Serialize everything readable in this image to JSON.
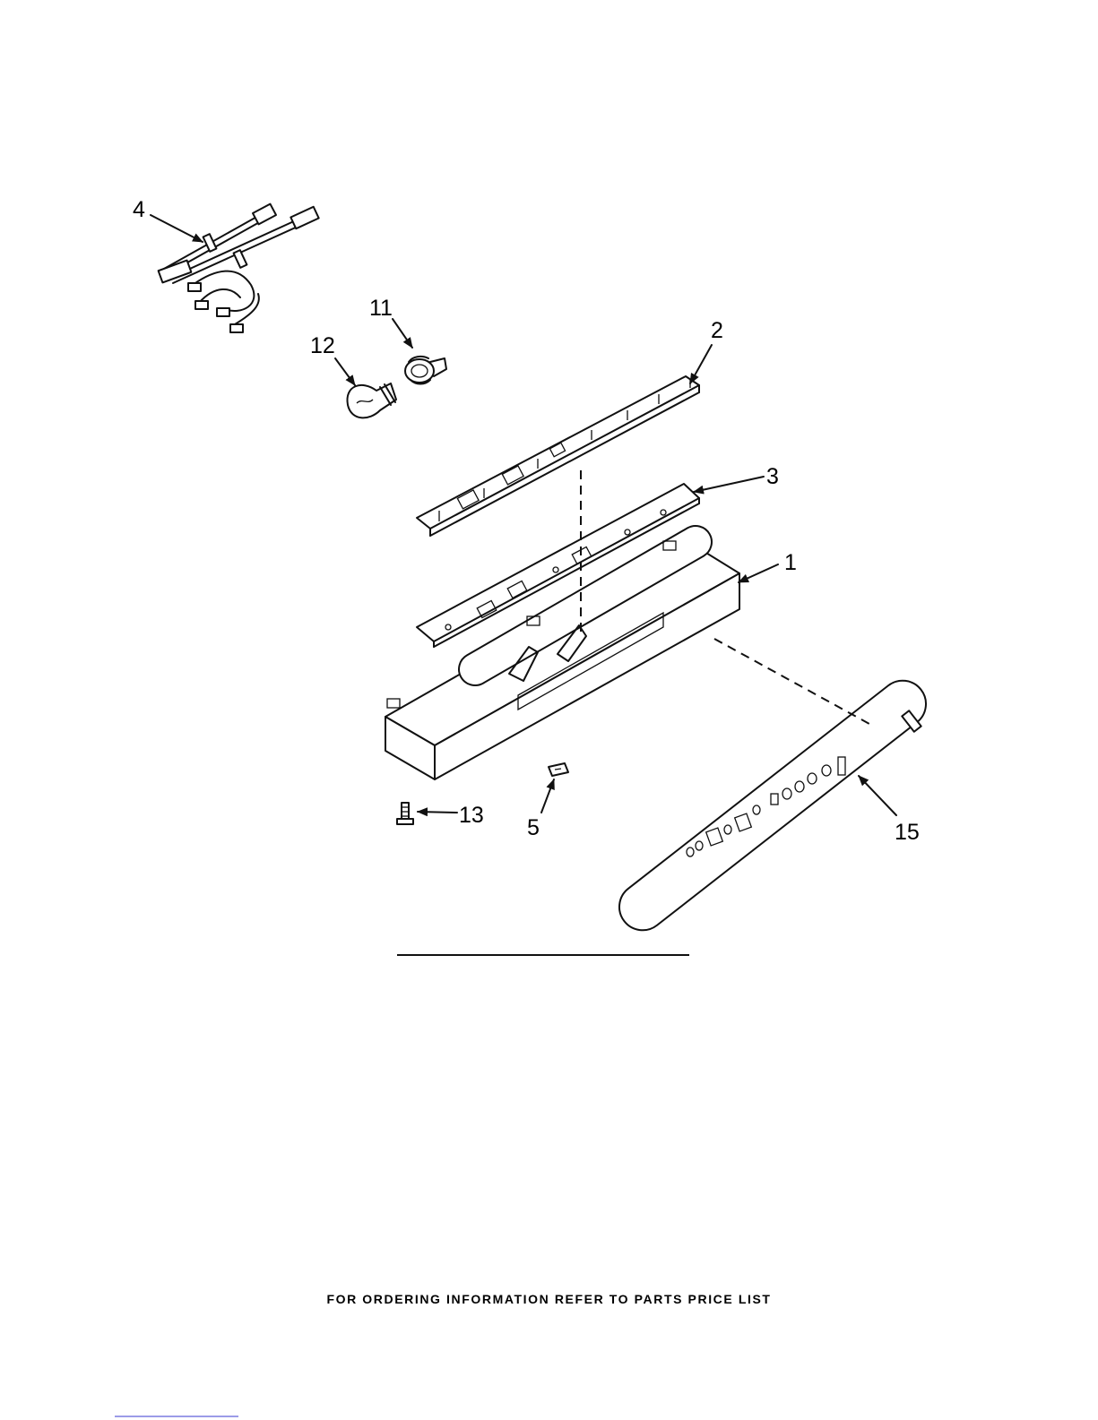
{
  "callouts": [
    {
      "id": "c1",
      "label": "1"
    },
    {
      "id": "c2",
      "label": "2"
    },
    {
      "id": "c3",
      "label": "3"
    },
    {
      "id": "c4",
      "label": "4"
    },
    {
      "id": "c5",
      "label": "5"
    },
    {
      "id": "c11",
      "label": "11"
    },
    {
      "id": "c12",
      "label": "12"
    },
    {
      "id": "c13",
      "label": "13"
    },
    {
      "id": "c15",
      "label": "15"
    }
  ],
  "footer": {
    "text": "FOR ORDERING INFORMATION REFER TO PARTS PRICE LIST"
  }
}
